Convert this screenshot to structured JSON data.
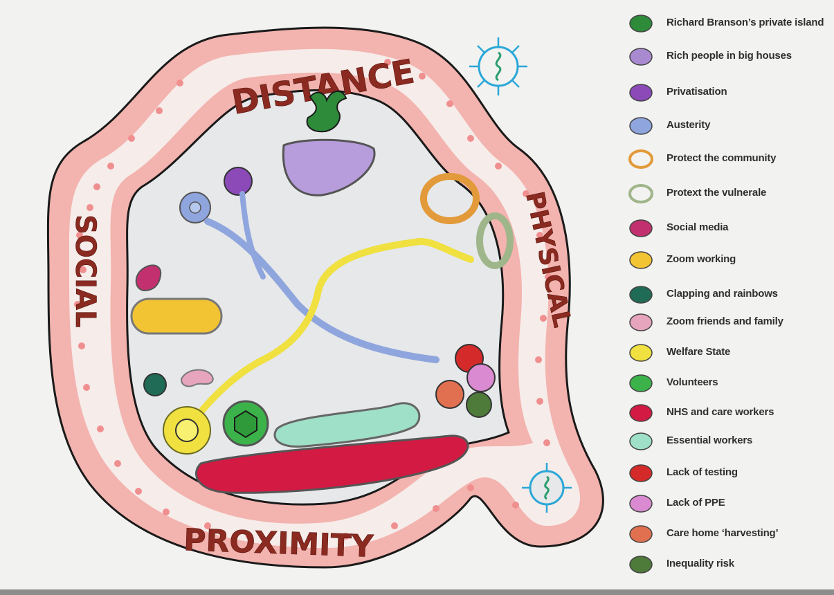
{
  "words": {
    "top": "DISTANCE",
    "left": "SOCIAL",
    "right": "PHYSICAL",
    "bottom": "PROXIMITY"
  },
  "legend": {
    "items": [
      {
        "label": "Richard Branson’s private island",
        "icon": "island-icon",
        "color": "#2e8b3a"
      },
      {
        "label": "Rich people in big houses",
        "icon": "house-icon",
        "color": "#a98ad0"
      },
      {
        "label": "Privatisation",
        "icon": "purple-spiky-icon",
        "color": "#8b4ab8"
      },
      {
        "label": "Austerity",
        "icon": "blue-spiky-icon",
        "color": "#8fa5dd"
      },
      {
        "label": "Protect the community",
        "icon": "orange-ring-icon",
        "color": "#e29a3a"
      },
      {
        "label": "Protext the vulnerale",
        "icon": "green-ring-icon",
        "color": "#9fb58a"
      },
      {
        "label": "Social media",
        "icon": "social-media-icon",
        "color": "#c2306f"
      },
      {
        "label": "Zoom working",
        "icon": "zoom-working-icon",
        "color": "#f2c433"
      },
      {
        "label": "Clapping and rainbows",
        "icon": "clapping-icon",
        "color": "#1f6b55"
      },
      {
        "label": "Zoom friends and family",
        "icon": "zoom-friends-icon",
        "color": "#e6a4bd"
      },
      {
        "label": "Welfare State",
        "icon": "welfare-icon",
        "color": "#f0e040"
      },
      {
        "label": "Volunteers",
        "icon": "volunteers-icon",
        "color": "#3bb34a"
      },
      {
        "label": "NHS and care workers",
        "icon": "nhs-icon",
        "color": "#d21a43"
      },
      {
        "label": "Essential workers",
        "icon": "essential-icon",
        "color": "#9fe0c8"
      },
      {
        "label": "Lack of testing",
        "icon": "testing-icon",
        "color": "#d42a2a"
      },
      {
        "label": "Lack of PPE",
        "icon": "ppe-icon",
        "color": "#d98ad0"
      },
      {
        "label": "Care home ‘harvesting’",
        "icon": "care-home-icon",
        "color": "#e07050"
      },
      {
        "label": "Inequality risk",
        "icon": "inequality-icon",
        "color": "#4e7a3a"
      }
    ]
  }
}
